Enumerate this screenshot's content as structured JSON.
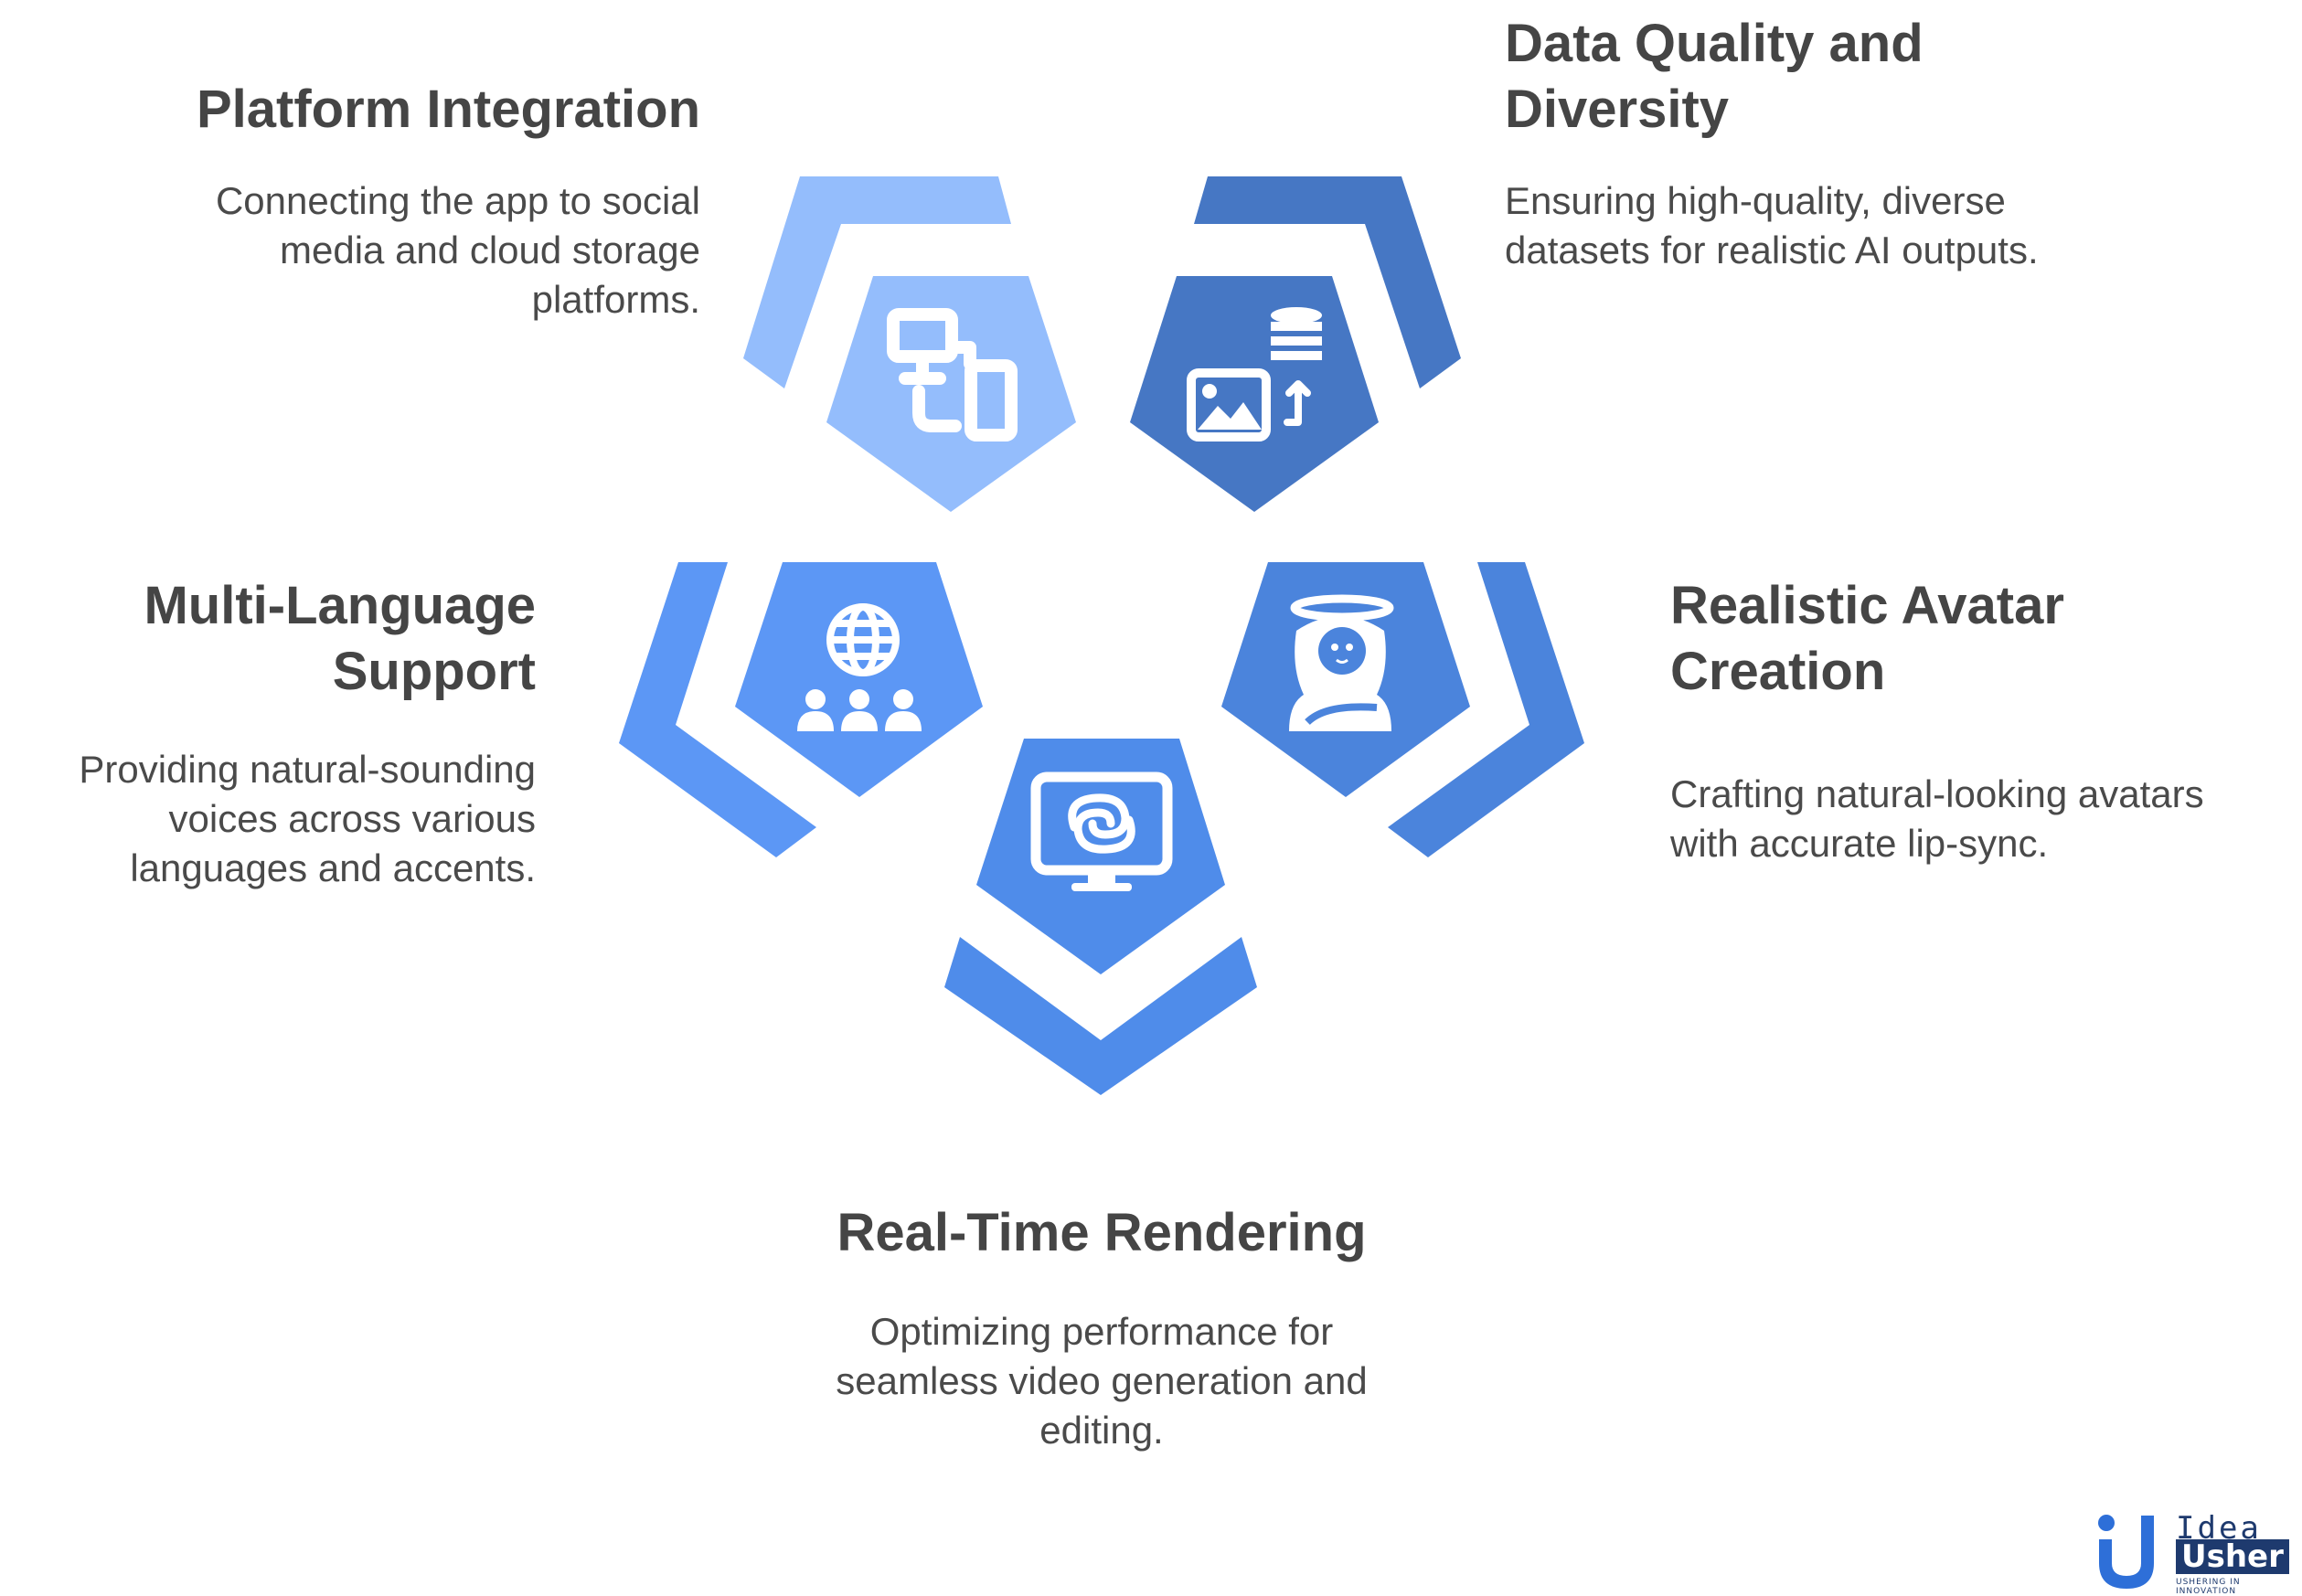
{
  "sections": {
    "platform_integration": {
      "title": "Platform Integration",
      "description": "Connecting the app to social media and cloud storage platforms.",
      "icon": "devices-connection-icon",
      "color": "#94bdfc"
    },
    "data_quality": {
      "title": "Data Quality and Diversity",
      "description": "Ensuring high-quality, diverse datasets for realistic AI outputs.",
      "icon": "image-database-icon",
      "color": "#4677c4"
    },
    "multi_language": {
      "title": "Multi-Language Support",
      "description": "Providing natural-sounding voices across various languages and accents.",
      "icon": "globe-people-icon",
      "color": "#5c97f5"
    },
    "realistic_avatar": {
      "title": "Realistic Avatar Creation",
      "description": "Crafting natural-looking avatars with accurate lip-sync.",
      "icon": "avatar-halo-icon",
      "color": "#4b84dc"
    },
    "real_time_rendering": {
      "title": "Real-Time Rendering",
      "description": "Optimizing performance for seamless video generation and editing.",
      "icon": "monitor-swirl-icon",
      "color": "#4f8cea"
    }
  },
  "logo": {
    "line1": "Idea",
    "line2": "Usher",
    "tagline": "USHERING IN INNOVATION"
  }
}
